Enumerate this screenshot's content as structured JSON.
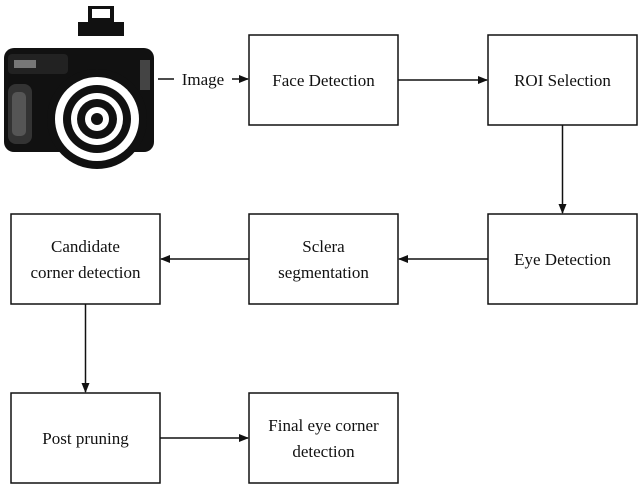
{
  "diagram": {
    "camera": {
      "icon": "camera-icon"
    },
    "edge_label": "Image",
    "boxes": {
      "face_detection": [
        "Face Detection"
      ],
      "roi_selection": [
        "ROI Selection"
      ],
      "eye_detection": [
        "Eye Detection"
      ],
      "sclera_segmentation": [
        "Sclera",
        "segmentation"
      ],
      "candidate_corner_detection": [
        "Candidate",
        "corner detection"
      ],
      "post_pruning": [
        "Post pruning"
      ],
      "final_eye_corner_detection": [
        "Final eye corner",
        "detection"
      ]
    },
    "colors": {
      "stroke": "#111111",
      "box_fill": "#ffffff",
      "background": "#ffffff"
    }
  }
}
